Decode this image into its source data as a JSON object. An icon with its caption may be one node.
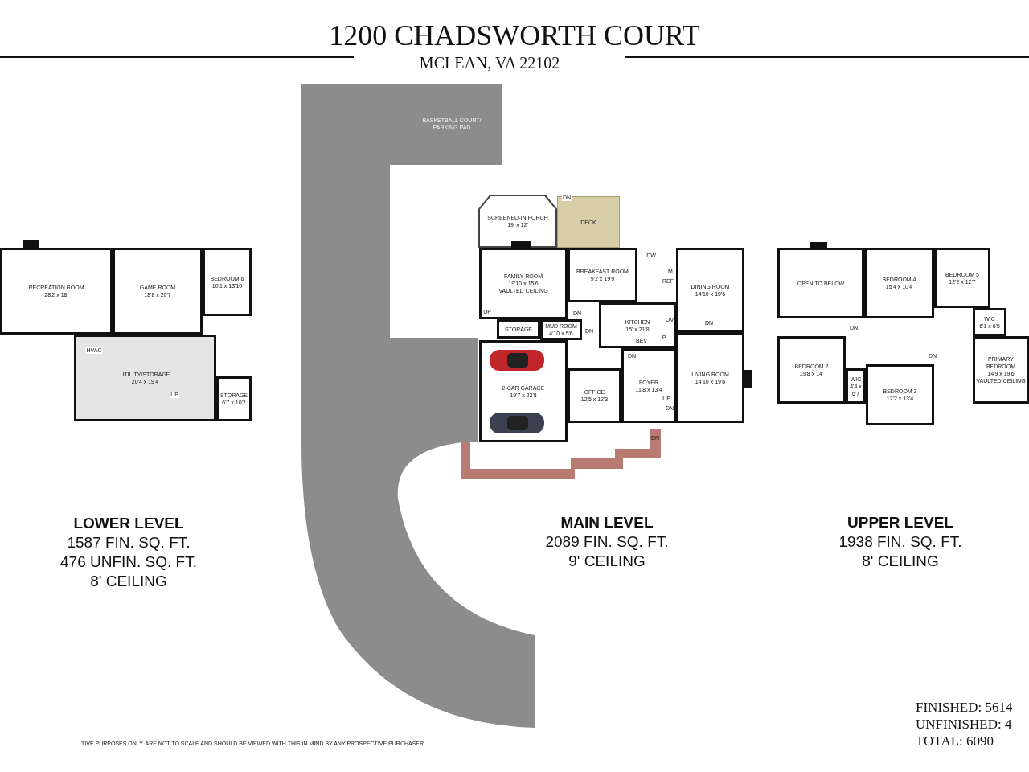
{
  "diagram": {
    "title": "1200 CHADSWORTH COURT",
    "nodes": [
      {
        "text": [
          "LOWER LEVEL",
          "1587 FIN. SQ. FT.",
          "476 UNFIN. SQ. FT.",
          "8' CEILING"
        ]
      },
      {
        "text": [
          "RECREATION ROOM",
          "28'2 x 18'"
        ],
        "in": 0
      },
      {
        "text": [
          "GAME ROOM",
          "18'8 x 20'7"
        ],
        "in": 0
      },
      {
        "text": [
          "BEDROOM 6",
          "10'1 x 13'10"
        ],
        "in": 0
      },
      {
        "text": [
          "UTILITY/STORAGE",
          "20'4 x 19'4"
        ],
        "in": 0
      },
      {
        "text": [
          "STORAGE",
          "6'7 x 10'2"
        ],
        "in": 0
      },
      {
        "text": [
          "BASKETBALL COURT/ PARKING PAD"
        ]
      },
      {
        "text": [
          "MAIN LEVEL",
          "2089 FIN. SQ. FT.",
          "9' CEILING"
        ]
      },
      {
        "text": [
          "SCREENED-IN PORCH",
          "19' x 12'"
        ],
        "in": 7
      },
      {
        "text": [
          "DECK"
        ],
        "in": 7
      },
      {
        "text": [
          "BREAKFAST ROOM",
          "9'2 x 19'9"
        ],
        "in": 7
      },
      {
        "text": [
          "FAMILY ROOM",
          "19'10 x 15'6",
          "VAULTED CEILING"
        ],
        "in": 7
      },
      {
        "text": [
          "DINING ROOM",
          "14'10 x 19'6"
        ],
        "in": 7
      },
      {
        "text": [
          "KITCHEN",
          "15' x 21'8"
        ],
        "in": 7
      },
      {
        "text": [
          "STORAGE"
        ],
        "in": 7
      },
      {
        "text": [
          "MUD ROOM",
          "4'10 x 5'6"
        ],
        "in": 7
      },
      {
        "text": [
          "2-CAR GARAGE",
          "19'7 x 23'8"
        ],
        "in": 7
      },
      {
        "text": [
          "FOYER",
          "11'8 x 13'4"
        ],
        "in": 7
      },
      {
        "text": [
          "LIVING ROOM",
          "14'10 x 19'6"
        ],
        "in": 7
      },
      {
        "text": [
          "OFFICE",
          "12'5 x 12'3"
        ],
        "in": 7
      },
      {
        "text": [
          "UPPER LEVEL",
          "1938 FIN. SQ. FT.",
          "8' CEILING"
        ]
      },
      {
        "text": [
          "OPEN TO BELOW"
        ],
        "in": 20
      },
      {
        "text": [
          "BEDROOM 4",
          "15'4 x 10'4"
        ],
        "in": 20
      },
      {
        "text": [
          "BEDROOM 5",
          "12'2 x 12'7"
        ],
        "in": 20
      },
      {
        "text": [
          "WIC",
          "6'1 x 6'5"
        ],
        "in": 20
      },
      {
        "text": [
          "BEDROOM 2",
          "19'8 x 14'"
        ],
        "in": 20
      },
      {
        "text": [
          "WIC",
          "4'4 x 6'7"
        ],
        "in": 20
      },
      {
        "text": [
          "BEDROOM 3",
          "12'2 x 13'4"
        ],
        "in": 20
      },
      {
        "text": [
          "PRIMARY BEDROOM",
          "14'9 x 19'6",
          "VAULTED CEILING"
        ],
        "in": 20
      }
    ],
    "edges": [],
    "labels": [
      "MCLEAN, VA 22102",
      "UP",
      "HVAC",
      "DN",
      "DW",
      "M",
      "REF",
      "UP",
      "DN",
      "OV",
      "DN",
      "P",
      "BEV",
      "DN",
      "DN",
      "UP",
      "DN",
      "DN",
      "DN",
      "DN",
      "TIVE PURPOSES ONLY. ARE NOT TO SCALE AND SHOULD BE VIEWED WITH THIS IN MIND BY ANY PROSPECTIVE PURCHASER.",
      "FINISHED: 5614",
      "UNFINISHED: 4",
      "TOTAL: 6090"
    ]
  }
}
